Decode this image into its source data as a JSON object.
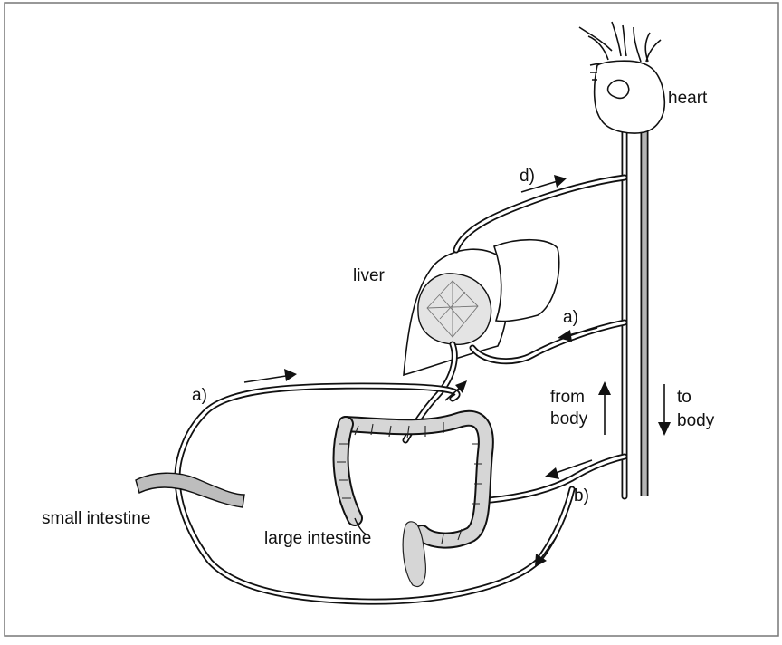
{
  "labels": {
    "heart": "heart",
    "liver": "liver",
    "a_upper": "a)",
    "a_lower": "a)",
    "b": "b)",
    "d": "d)",
    "from": "from",
    "body_from": "body",
    "to": "to",
    "body_to": "body",
    "small_intestine": "small intestine",
    "large_intestine": "large intestine"
  },
  "colors": {
    "line": "#111111",
    "vessel_fill": "#ffffff",
    "artery_fill": "#b4b4b4",
    "organ_shade": "#d6d6d6"
  }
}
